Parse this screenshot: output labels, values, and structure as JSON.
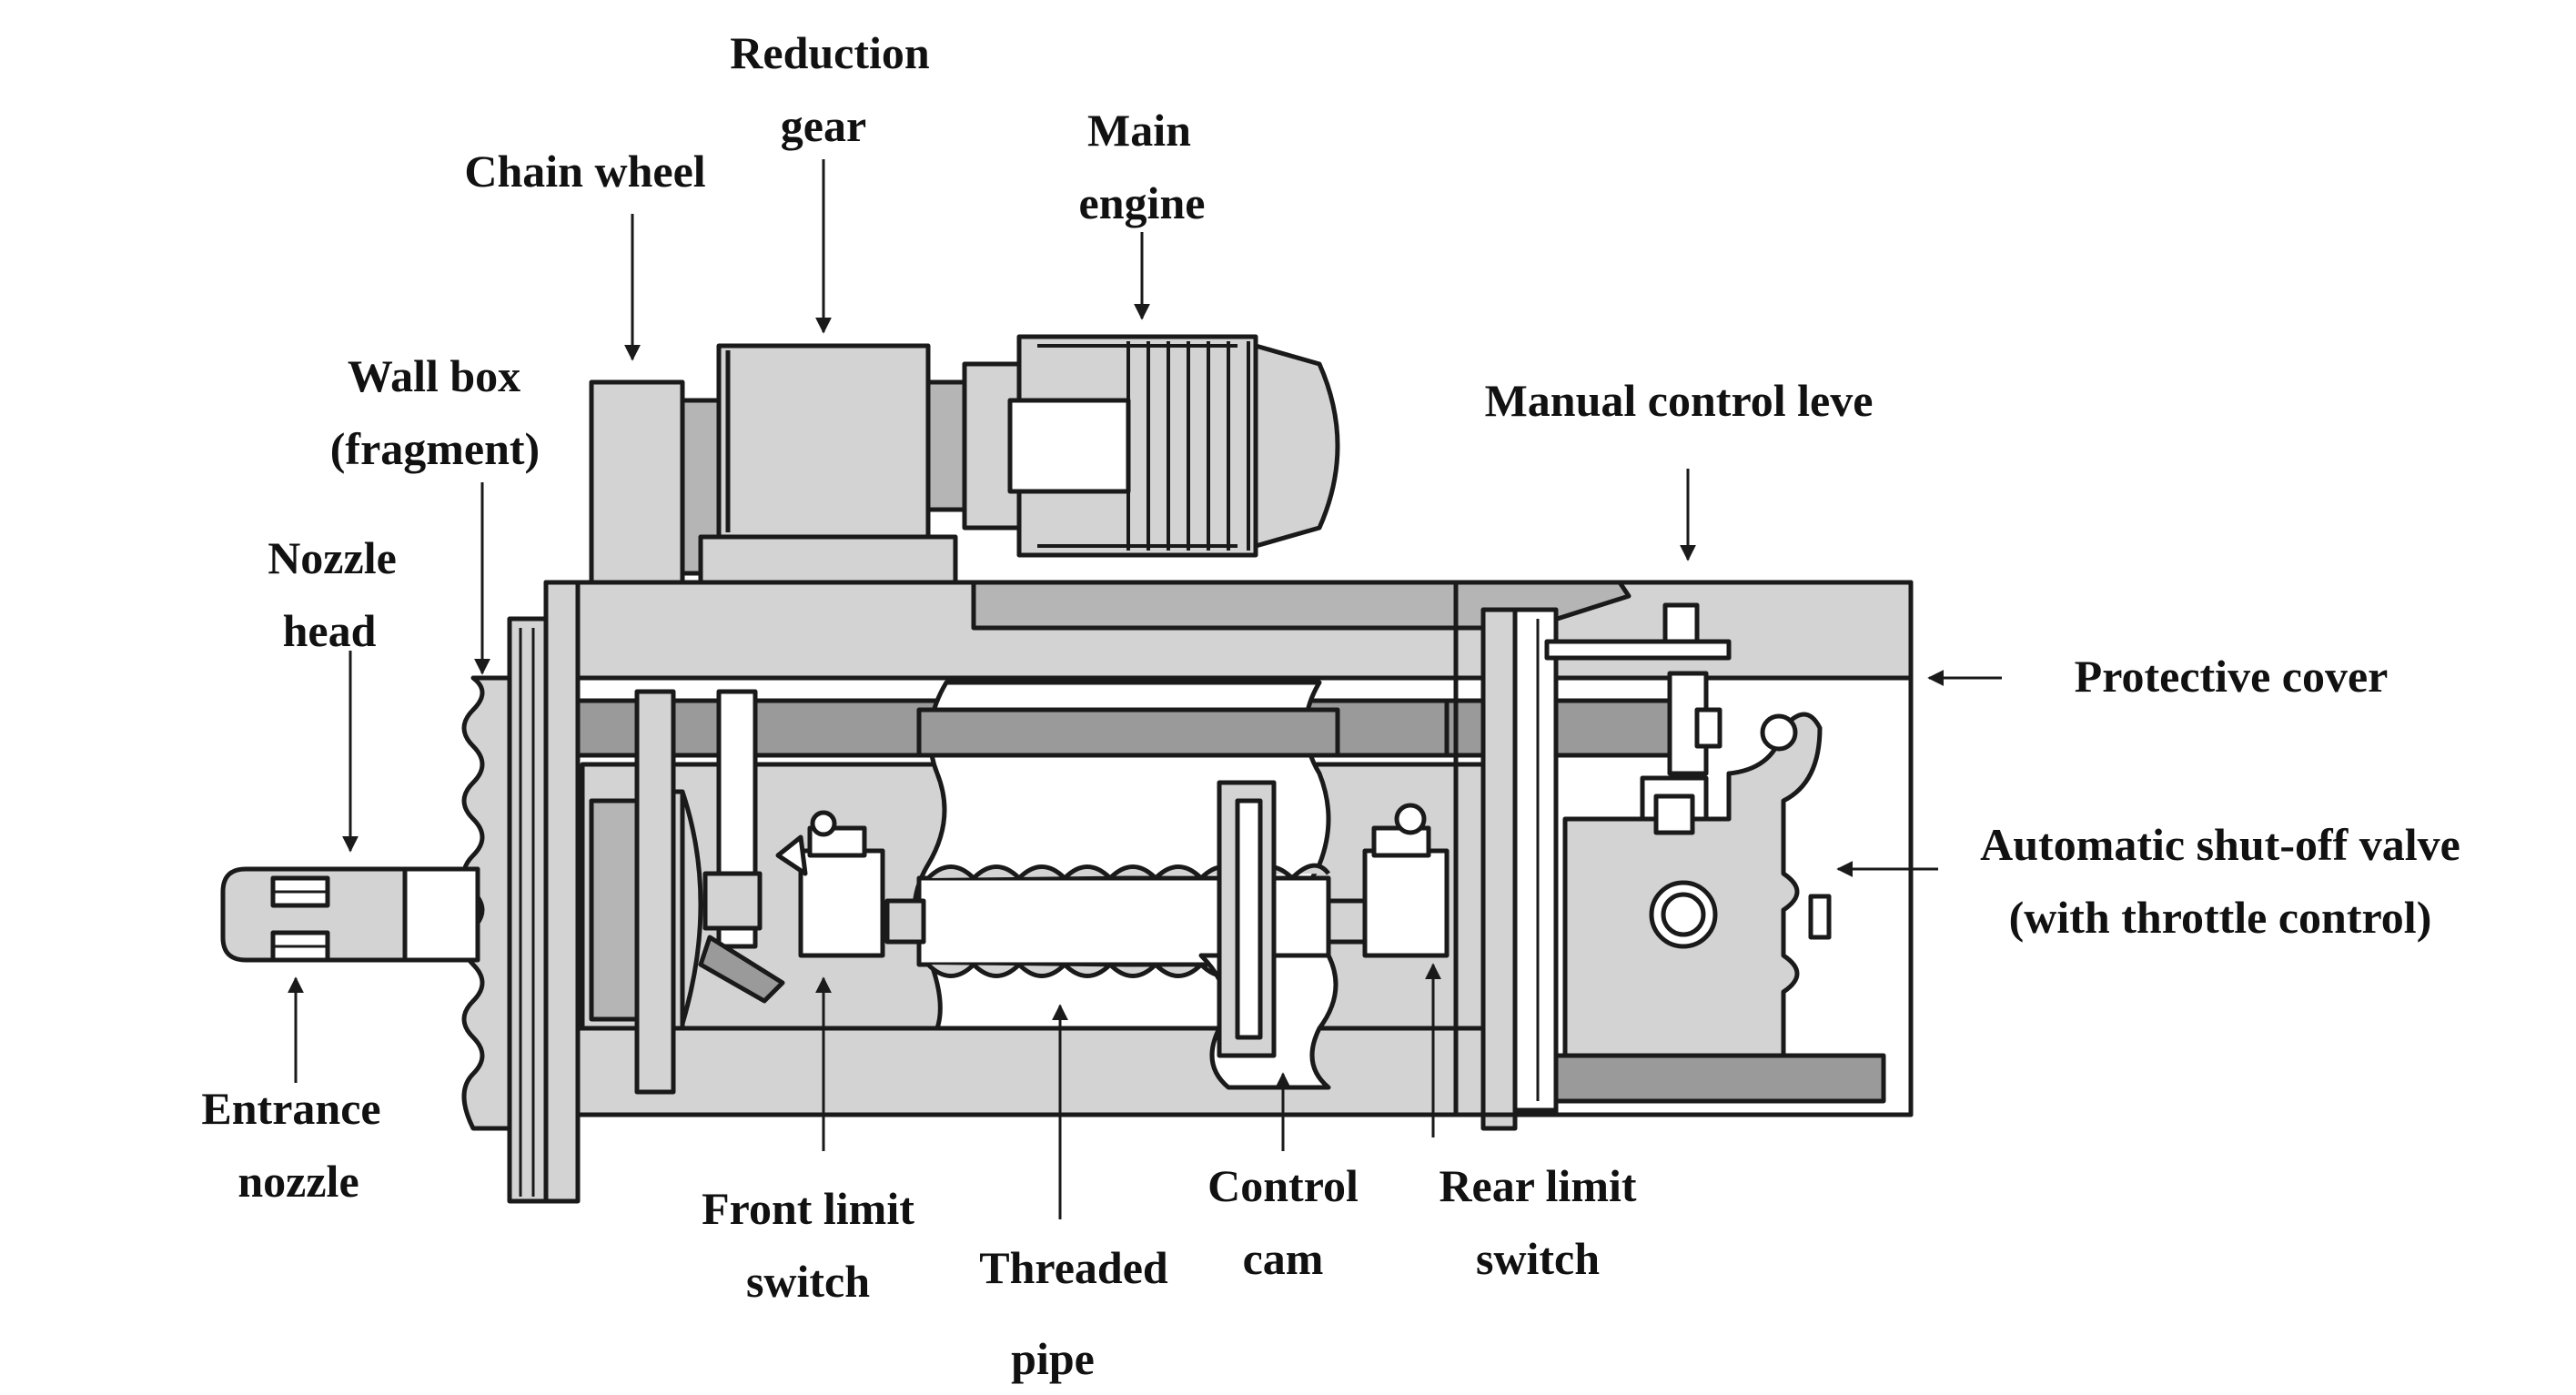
{
  "diagram": {
    "colors": {
      "line": "#1a1a1a",
      "fill": "#d3d3d3",
      "dark": "#9a9a9a",
      "mid": "#b5b5b5",
      "white": "#ffffff"
    },
    "labels": {
      "reduction_gear": [
        "Reduction",
        "gear"
      ],
      "main_engine": [
        "Main",
        "engine"
      ],
      "chain_wheel": [
        "Chain wheel"
      ],
      "wall_box": [
        "Wall box",
        "(fragment)"
      ],
      "nozzle_head": [
        "Nozzle",
        "head"
      ],
      "manual_control": [
        "Manual control leve"
      ],
      "protective_cover": [
        "Protective cover"
      ],
      "shutoff_valve": [
        "Automatic shut-off valve",
        "(with throttle control)"
      ],
      "entrance_nozzle": [
        "Entrance",
        "nozzle"
      ],
      "front_limit": [
        "Front limit",
        "switch"
      ],
      "threaded_pipe": [
        "Threaded",
        "pipe"
      ],
      "control_cam": [
        "Control",
        "cam"
      ],
      "rear_limit": [
        "Rear limit",
        "switch"
      ]
    }
  }
}
